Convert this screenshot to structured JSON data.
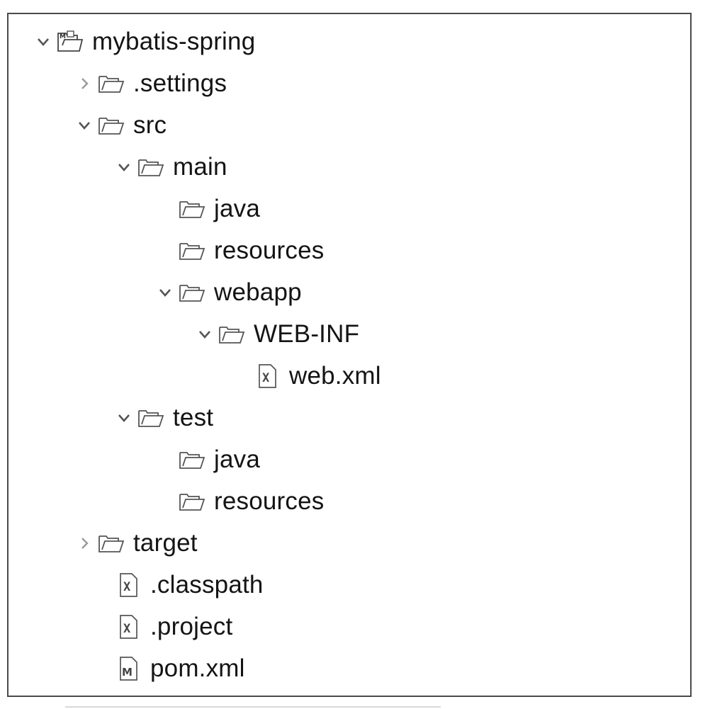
{
  "explorer": {
    "items": [
      {
        "label": "mybatis-spring",
        "icon": "maven-project-icon",
        "twisty": "expanded"
      },
      {
        "label": ".settings",
        "icon": "folder-icon",
        "twisty": "collapsed"
      },
      {
        "label": "src",
        "icon": "folder-icon",
        "twisty": "expanded"
      },
      {
        "label": "main",
        "icon": "folder-icon",
        "twisty": "expanded"
      },
      {
        "label": "java",
        "icon": "folder-icon",
        "twisty": "none"
      },
      {
        "label": "resources",
        "icon": "folder-icon",
        "twisty": "none"
      },
      {
        "label": "webapp",
        "icon": "folder-icon",
        "twisty": "expanded"
      },
      {
        "label": "WEB-INF",
        "icon": "folder-icon",
        "twisty": "expanded"
      },
      {
        "label": "web.xml",
        "icon": "xml-file-icon",
        "twisty": "none"
      },
      {
        "label": "test",
        "icon": "folder-icon",
        "twisty": "expanded"
      },
      {
        "label": "java",
        "icon": "folder-icon",
        "twisty": "none"
      },
      {
        "label": "resources",
        "icon": "folder-icon",
        "twisty": "none"
      },
      {
        "label": "target",
        "icon": "folder-icon",
        "twisty": "collapsed"
      },
      {
        "label": ".classpath",
        "icon": "xml-file-icon",
        "twisty": "none"
      },
      {
        "label": ".project",
        "icon": "xml-file-icon",
        "twisty": "none"
      },
      {
        "label": "pom.xml",
        "icon": "maven-pom-icon",
        "twisty": "none"
      }
    ]
  }
}
